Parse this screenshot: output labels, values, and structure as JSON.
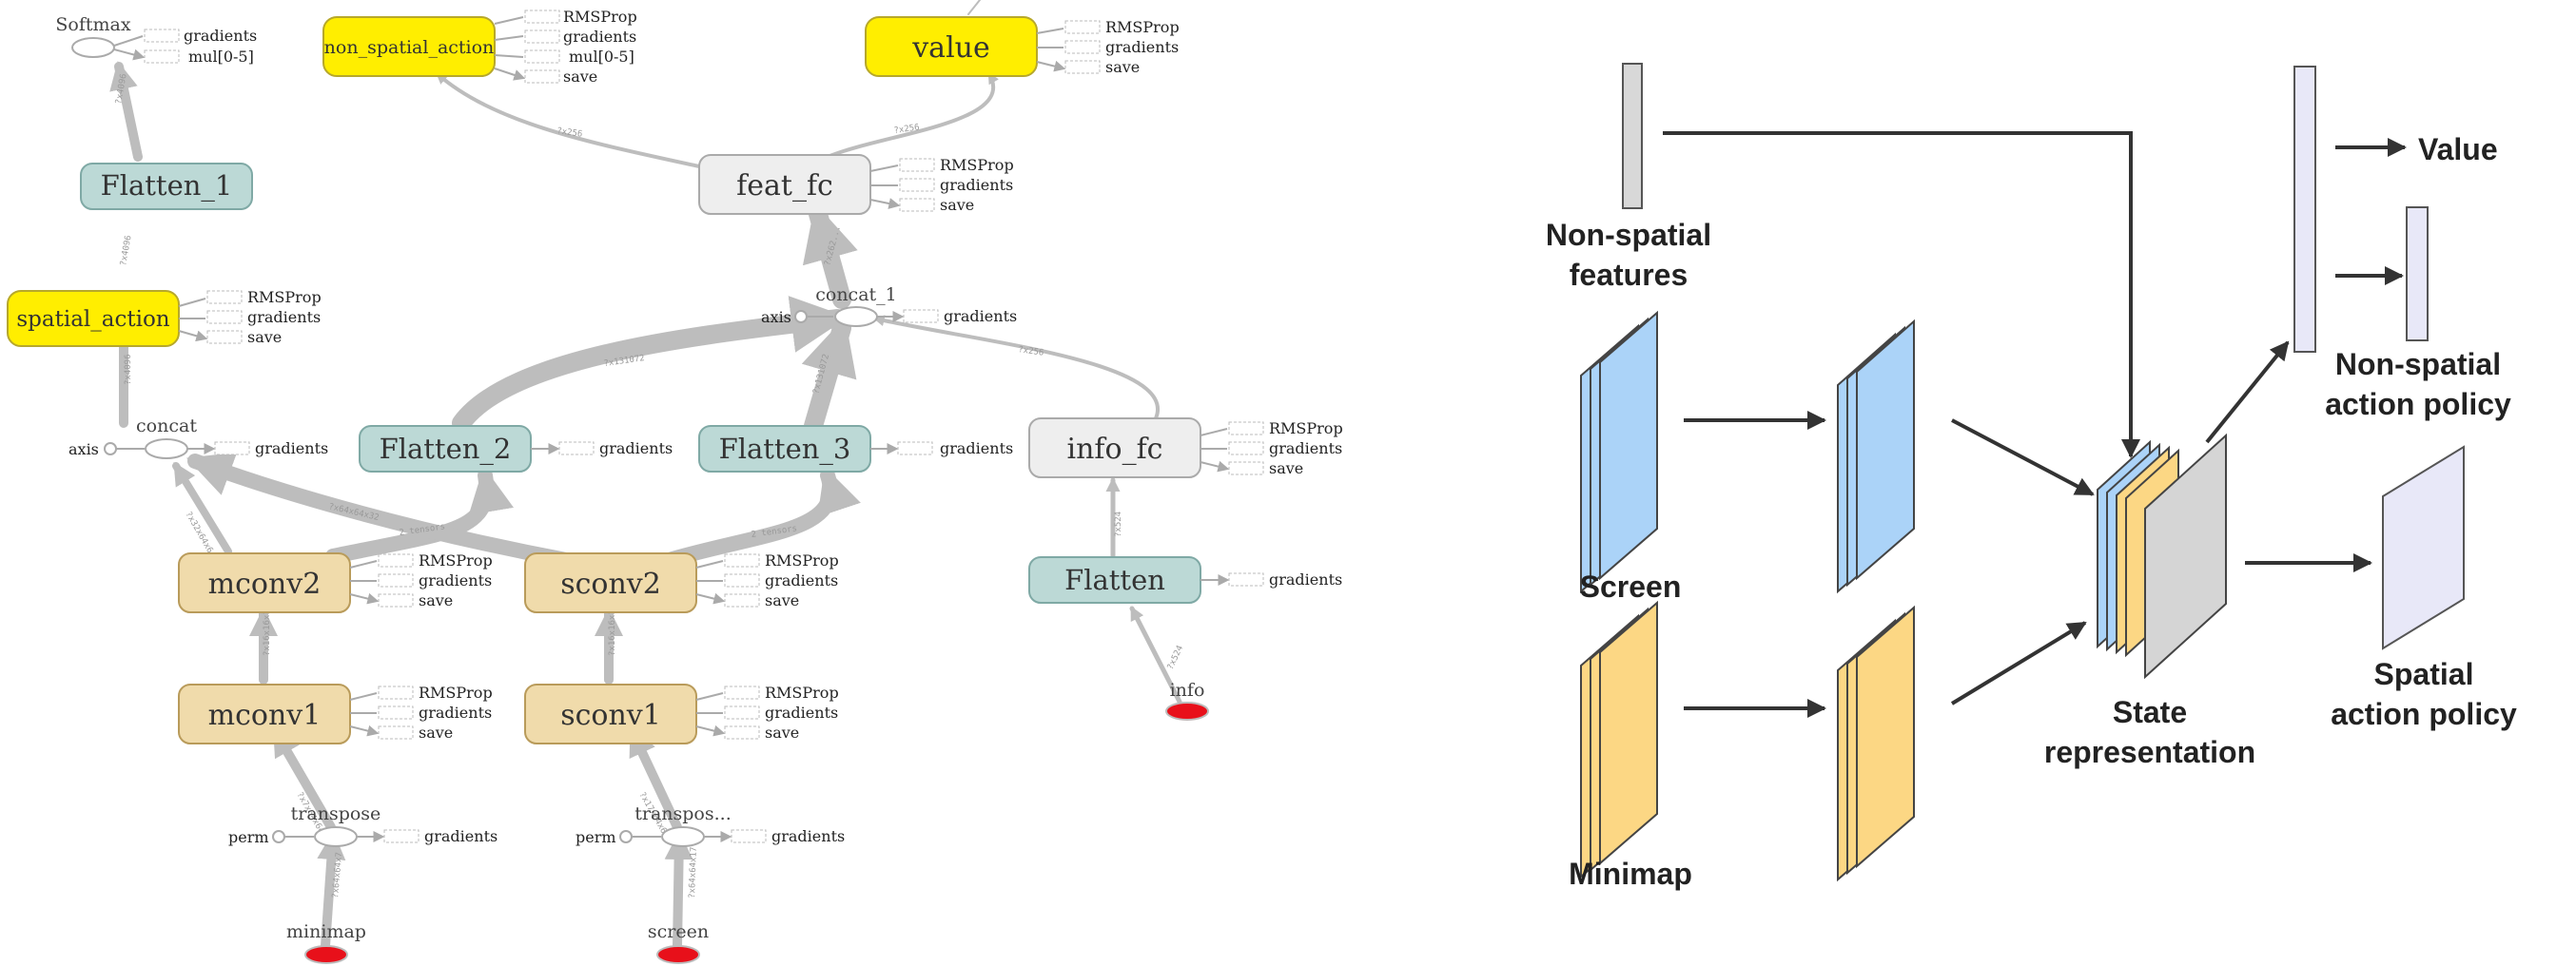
{
  "graph": {
    "side_labels": {
      "rmsprop": "RMSProp",
      "gradients": "gradients",
      "save": "save",
      "mul": "mul[0-5]",
      "axis": "axis",
      "perm": "perm"
    },
    "nodes": {
      "softmax": "Softmax",
      "flatten_1": "Flatten_1",
      "spatial_action": "spatial_action",
      "concat": "concat",
      "mconv2": "mconv2",
      "mconv1": "mconv1",
      "transpose": "transpose",
      "minimap": "minimap",
      "non_spatial_action": "non_spatial_action",
      "feat_fc": "feat_fc",
      "value": "value",
      "concat_1": "concat_1",
      "flatten_2": "Flatten_2",
      "flatten_3": "Flatten_3",
      "sconv2": "sconv2",
      "sconv1": "sconv1",
      "transposx": "transpos...",
      "screen": "screen",
      "info_fc": "info_fc",
      "flatten": "Flatten",
      "info": "info"
    },
    "colors": {
      "output_op": "#ffee00",
      "conv_op": "#f0dbab",
      "flatten_op": "#bcd9d6",
      "fc_op": "#eeeeee",
      "input_placeholder": "#e8101a",
      "edge": "#bdbdbd"
    }
  },
  "architecture": {
    "labels": {
      "non_spatial_features": [
        "Non-spatial",
        "features"
      ],
      "screen": "Screen",
      "minimap": "Minimap",
      "state_representation": [
        "State",
        "representation"
      ],
      "value": "Value",
      "non_spatial_action_policy": [
        "Non-spatial",
        "action policy"
      ],
      "spatial_action_policy": [
        "Spatial",
        "action policy"
      ]
    },
    "colors": {
      "screen_layer": "#abd3f8",
      "minimap_layer": "#fcd784",
      "feature_layer": "#e8e8f8",
      "nonspatial_bar": "#d8d8d8",
      "state_gray": "#d5d5d5",
      "arrow": "#333333"
    }
  }
}
